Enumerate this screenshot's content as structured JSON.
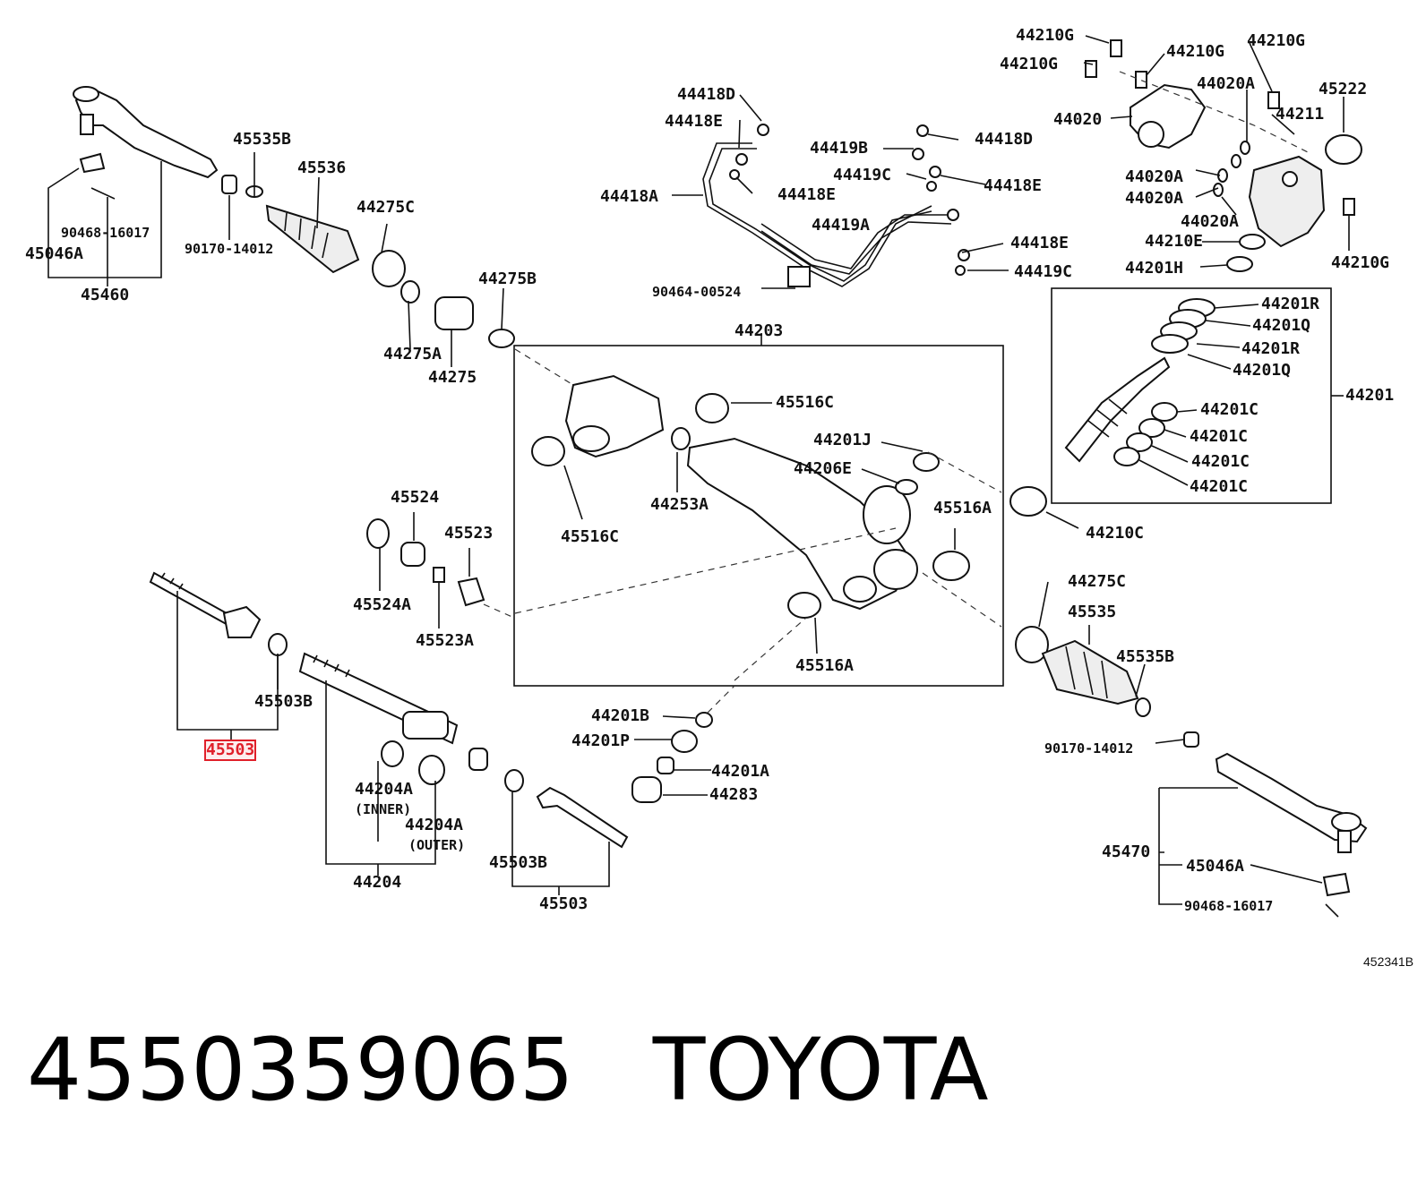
{
  "labels": {
    "l45046A": "45046A",
    "l90468a": "90468-16017",
    "l45460": "45460",
    "l90170a": "90170-14012",
    "l45535B": "45535B",
    "l45536": "45536",
    "l44275C": "44275C",
    "l44275A": "44275A",
    "l44275": "44275",
    "l44275B": "44275B",
    "l44418D": "44418D",
    "l44418Ea": "44418E",
    "l44418A": "44418A",
    "l44418Eb": "44418E",
    "l44419B": "44419B",
    "l44418Dc": "44418D",
    "l44419C": "44419C",
    "l44418Ec": "44418E",
    "l44419A": "44419A",
    "l44418Ed": "44418E",
    "l44419Cb": "44419C",
    "l90464": "90464-00524",
    "l44210Ga": "44210G",
    "l44210Gb": "44210G",
    "l44210Gc": "44210G",
    "l44210Gd": "44210G",
    "l44020A": "44020A",
    "l45222": "45222",
    "l44020": "44020",
    "l44211": "44211",
    "l44020Ab": "44020A",
    "l44020Ac": "44020A",
    "l44020Ad": "44020A",
    "l44210E": "44210E",
    "l44201H": "44201H",
    "l44210Ge": "44210G",
    "l44201R": "44201R",
    "l44201Q": "44201Q",
    "l44201Rb": "44201R",
    "l44201Qb": "44201Q",
    "l44201": "44201",
    "l44201Ca": "44201C",
    "l44201Cb": "44201C",
    "l44201Cc": "44201C",
    "l44201Cd": "44201C",
    "l44203": "44203",
    "l45516Ca": "45516C",
    "l44201J": "44201J",
    "l44206E": "44206E",
    "l45516Cb": "45516C",
    "l44253A": "44253A",
    "l45516A": "45516A",
    "l45516Ab": "45516A",
    "l44210C": "44210C",
    "l45524": "45524",
    "l45523": "45523",
    "l45524A": "45524A",
    "l45523A": "45523A",
    "l45503B": "45503B",
    "l45503hl": "45503",
    "l44204A": "44204A",
    "l44204Ain": "(INNER)",
    "l44204Ab": "44204A",
    "l44204Aout": "(OUTER)",
    "l44204": "44204",
    "l45503Bb": "45503B",
    "l45503b": "45503",
    "l44201B": "44201B",
    "l44201P": "44201P",
    "l44201A": "44201A",
    "l44283": "44283",
    "l44275Cb": "44275C",
    "l45535": "45535",
    "l45535Bb": "45535B",
    "l90170b": "90170-14012",
    "l45470": "45470",
    "l45046Ab": "45046A",
    "l90468b": "90468-16017"
  },
  "diagram_code": "452341B",
  "footer": {
    "part_number": "4550359065",
    "brand": "TOYOTA"
  },
  "highlight_color": "#e0202a"
}
